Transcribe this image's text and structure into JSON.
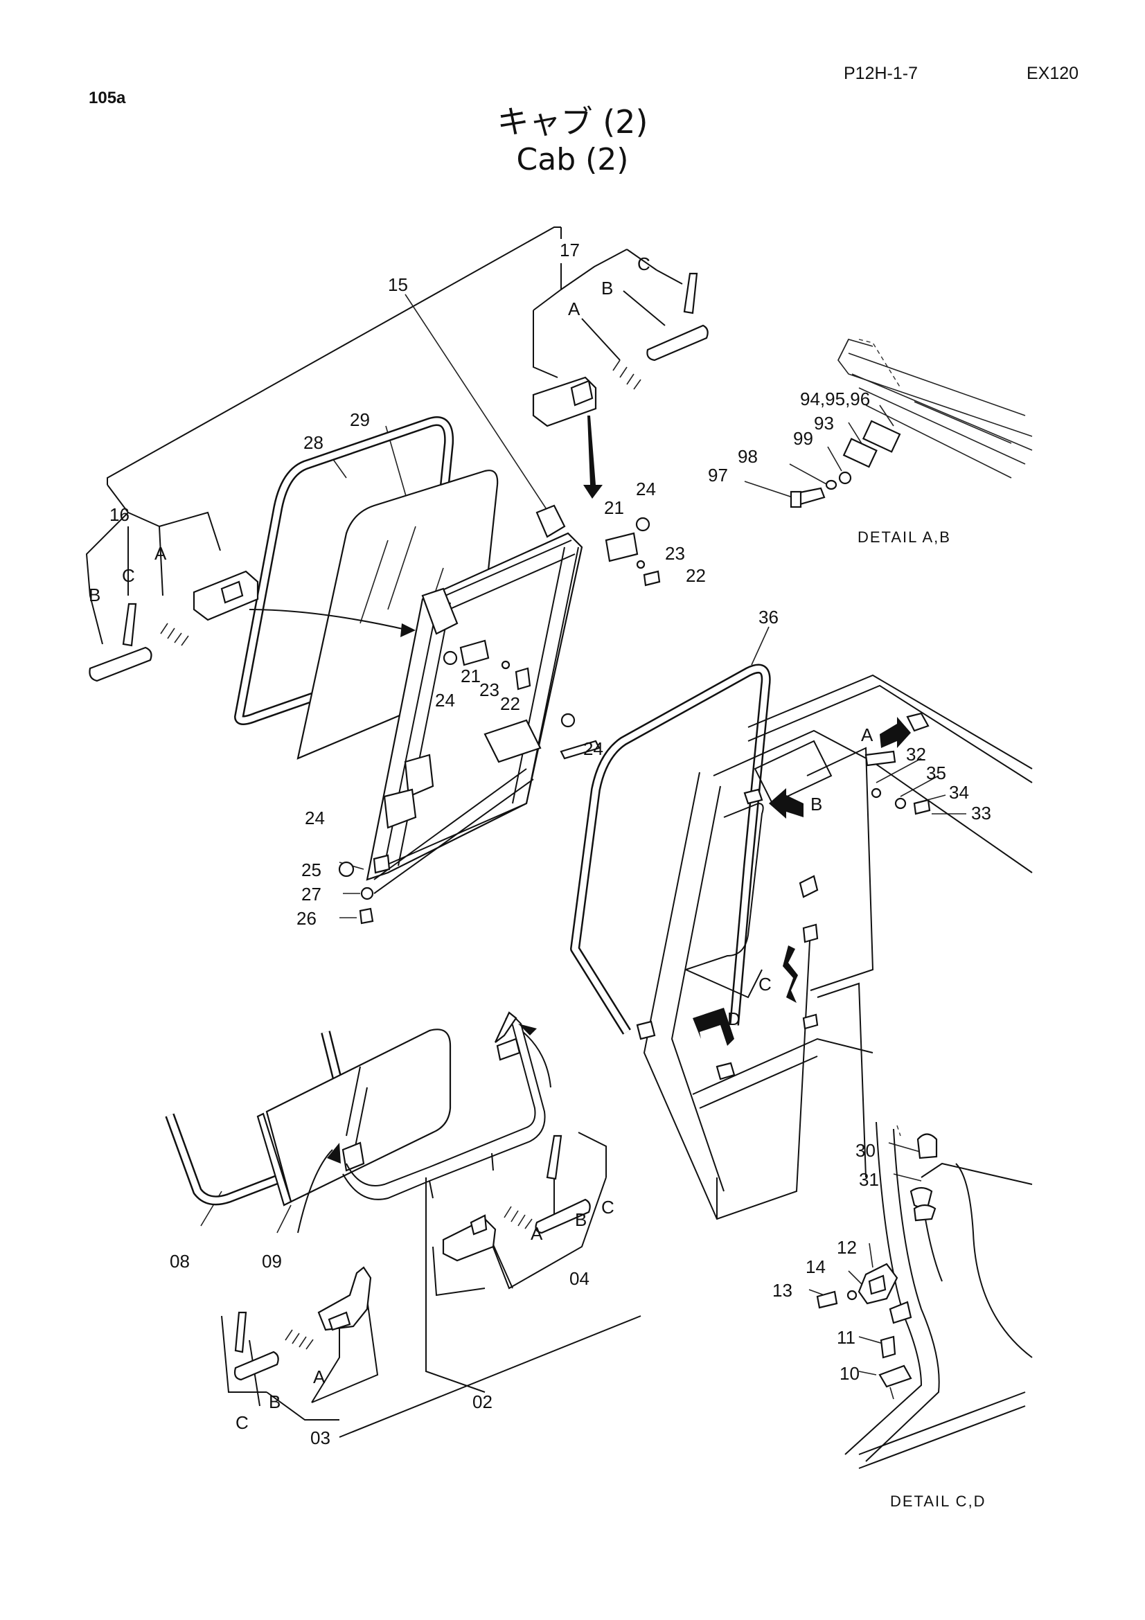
{
  "header": {
    "page_id": "105a",
    "part_code": "P12H-1-7",
    "model": "EX120"
  },
  "title": {
    "japanese": "キャブ (2)",
    "english": "Cab (2)"
  },
  "details": {
    "ab": "DETAIL A,B",
    "cd": "DETAIL C,D"
  },
  "callouts": {
    "c17": "17",
    "c17a": "A",
    "c17b": "B",
    "c17c": "C",
    "c15": "15",
    "c29": "29",
    "c28": "28",
    "c16": "16",
    "c16a": "A",
    "c16b": "B",
    "c16c": "C",
    "c24a": "24",
    "c21a": "21",
    "c23a": "23",
    "c22a": "22",
    "c21b": "21",
    "c23b": "23",
    "c22b": "22",
    "c24b": "24",
    "c24c": "24",
    "c24d": "24",
    "c25": "25",
    "c27": "27",
    "c26": "26",
    "c36": "36",
    "c94": "94,95,96",
    "c93": "93",
    "c99": "99",
    "c98": "98",
    "c97": "97",
    "arrA": "A",
    "arrB": "B",
    "arrC": "C",
    "arrD": "D",
    "c32": "32",
    "c35": "35",
    "c34": "34",
    "c33": "33",
    "c08": "08",
    "c09": "09",
    "c04a": "A",
    "c04b": "B",
    "c04c": "C",
    "c04": "04",
    "c03a": "A",
    "c03b": "B",
    "c03c": "C",
    "c03": "03",
    "c02": "02",
    "c30": "30",
    "c31": "31",
    "c12": "12",
    "c14": "14",
    "c13": "13",
    "c11": "11",
    "c10": "10"
  }
}
